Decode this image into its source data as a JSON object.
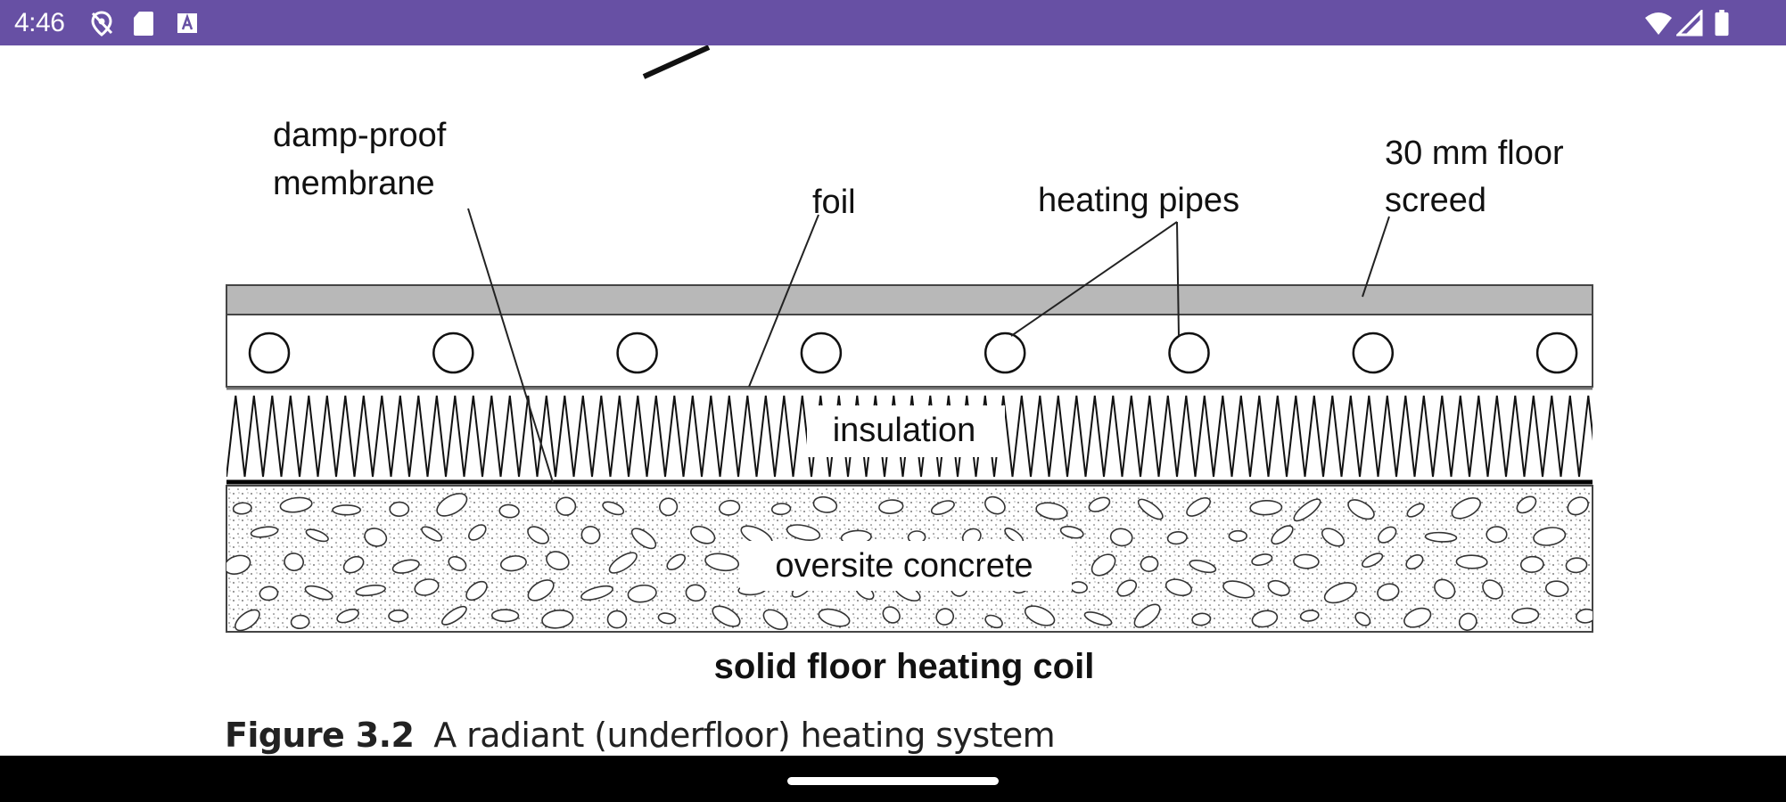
{
  "status_bar": {
    "time": "4:46",
    "background": "#6750a4",
    "left_icons": [
      "location-off-icon",
      "sd-card-icon",
      "font-a-icon"
    ],
    "right_icons": [
      "wifi-icon",
      "cell-signal-icon",
      "battery-icon"
    ]
  },
  "figure": {
    "labels": {
      "damp_proof_1": "damp-proof",
      "damp_proof_2": "membrane",
      "foil": "foil",
      "heating_pipes": "heating pipes",
      "screed_1": "30 mm floor",
      "screed_2": "screed",
      "insulation": "insulation",
      "concrete": "oversite concrete",
      "diagram_title": "solid floor heating coil"
    },
    "caption_number": "Figure 3.2",
    "caption_text": "A radiant (underfloor) heating system",
    "pipe_count": 8
  },
  "nav_bar": {
    "background": "#000000"
  }
}
